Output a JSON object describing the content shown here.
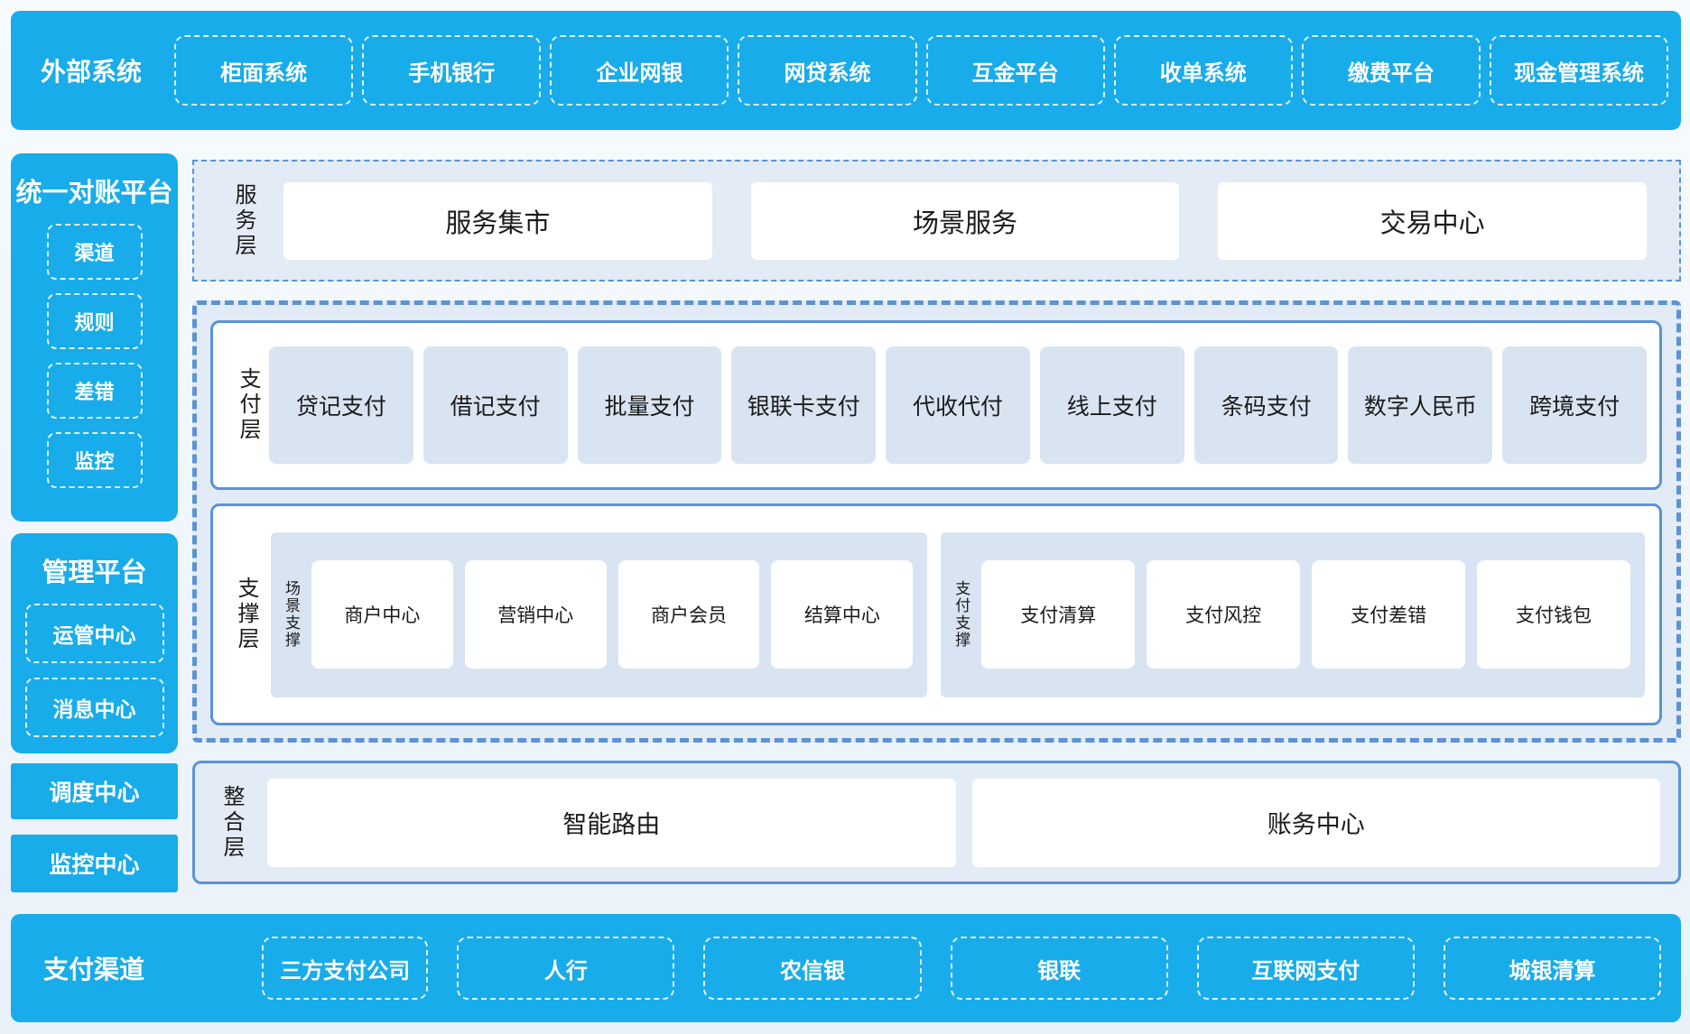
{
  "colors": {
    "brand_blue": "#18ACEA",
    "border_blue": "#5B93D5",
    "panel_bg": "#E3EBF6",
    "item_bg": "#D9E4F2",
    "page_bg": "#EDF4FB"
  },
  "top_bar": {
    "title": "外部系统",
    "items": [
      "柜面系统",
      "手机银行",
      "企业网银",
      "网贷系统",
      "互金平台",
      "收单系统",
      "缴费平台",
      "现金管理系统"
    ]
  },
  "sidebar": {
    "reconciliation": {
      "title": "统一对账平台",
      "items": [
        "渠道",
        "规则",
        "差错",
        "监控"
      ]
    },
    "management": {
      "title": "管理平台",
      "items": [
        "运管中心",
        "消息中心"
      ]
    },
    "solo_blocks": [
      "调度中心",
      "监控中心"
    ]
  },
  "layers": {
    "service": {
      "label": "服务层",
      "items": [
        "服务集市",
        "场景服务",
        "交易中心"
      ]
    },
    "payment": {
      "label": "支付层",
      "items": [
        "贷记支付",
        "借记支付",
        "批量支付",
        "银联卡支付",
        "代收代付",
        "线上支付",
        "条码支付",
        "数字人民币",
        "跨境支付"
      ]
    },
    "support": {
      "label": "支撑层",
      "groups": [
        {
          "label": "场景支撑",
          "items": [
            "商户中心",
            "营销中心",
            "商户会员",
            "结算中心"
          ]
        },
        {
          "label": "支付支撑",
          "items": [
            "支付清算",
            "支付风控",
            "支付差错",
            "支付钱包"
          ]
        }
      ]
    },
    "integration": {
      "label": "整合层",
      "items": [
        "智能路由",
        "账务中心"
      ]
    }
  },
  "bottom_bar": {
    "title": "支付渠道",
    "items": [
      "三方支付公司",
      "人行",
      "农信银",
      "银联",
      "互联网支付",
      "城银清算"
    ]
  }
}
